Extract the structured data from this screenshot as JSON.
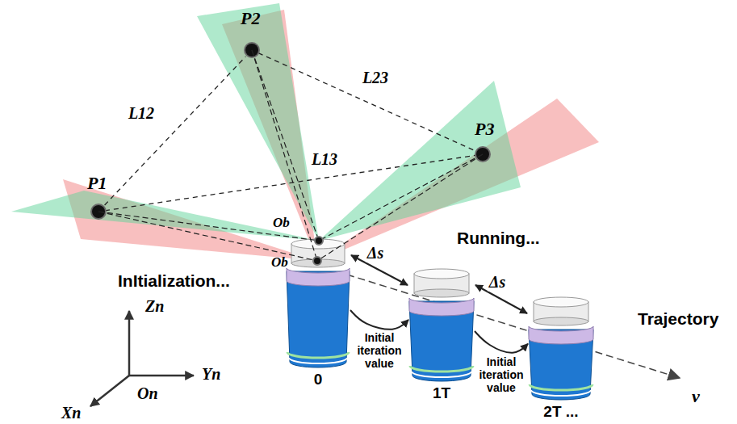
{
  "diagram": {
    "nodes": [
      {
        "text": [
          "P1"
        ]
      },
      {
        "text": [
          "P2"
        ]
      },
      {
        "text": [
          "P3"
        ]
      },
      {
        "text": [
          "0"
        ]
      },
      {
        "text": [
          "1T"
        ]
      },
      {
        "text": [
          "2T ..."
        ]
      }
    ],
    "edges": [
      {
        "from": 0,
        "to": 1,
        "label": "L12",
        "arrow": "none"
      },
      {
        "from": 1,
        "to": 2,
        "label": "L23",
        "arrow": "none"
      },
      {
        "from": 0,
        "to": 2,
        "label": "L13",
        "arrow": "none"
      },
      {
        "from": 3,
        "to": 4,
        "label": "Δs",
        "arrow": "both"
      },
      {
        "from": 4,
        "to": 5,
        "label": "Δs",
        "arrow": "both"
      },
      {
        "from": 3,
        "to": 4,
        "label": "Initial iteration value",
        "arrow": "to"
      },
      {
        "from": 4,
        "to": 5,
        "label": "Initial iteration value",
        "arrow": "to"
      }
    ],
    "labels": [
      "Ob",
      "Ob",
      "InItialization...",
      "Running...",
      "Trajectory",
      "v",
      "Zn",
      "Yn",
      "Xn",
      "On"
    ]
  }
}
